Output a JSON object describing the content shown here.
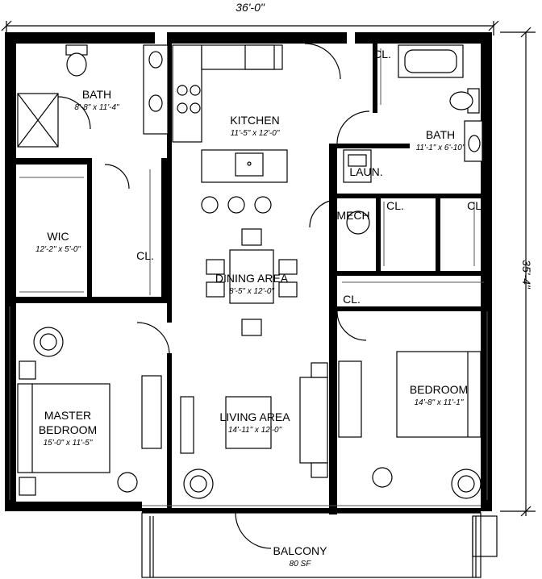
{
  "dimensions": {
    "width": "36'-0\"",
    "depth": "35'-4\""
  },
  "rooms": {
    "bath_master": {
      "name": "BATH",
      "size": "8'-8\" x 11'-4\""
    },
    "kitchen": {
      "name": "KITCHEN",
      "size": "11'-5\" x 12'-0\""
    },
    "bath_2": {
      "name": "BATH",
      "size": "11'-1\" x 6'-10\""
    },
    "laundry": {
      "name": "LAUN."
    },
    "mech": {
      "name": "MECH"
    },
    "wic": {
      "name": "WIC",
      "size": "12'-2\" x 5'-0\""
    },
    "dining": {
      "name": "DINING AREA",
      "size": "8'-5\" x 12'-0\""
    },
    "master_bedroom": {
      "name_line1": "MASTER",
      "name_line2": "BEDROOM",
      "size": "15'-0\" x 11'-5\""
    },
    "living": {
      "name": "LIVING AREA",
      "size": "14'-11\" x 12'-0\""
    },
    "bedroom": {
      "name": "BEDROOM",
      "size": "14'-8\" x 11'-1\""
    },
    "balcony": {
      "name": "BALCONY",
      "size": "80 SF"
    }
  },
  "closets": {
    "cl_top": "CL.",
    "cl_hall": "CL.",
    "cl_mech_1": "CL.",
    "cl_mech_2": "CL.",
    "cl_bed": "CL."
  }
}
